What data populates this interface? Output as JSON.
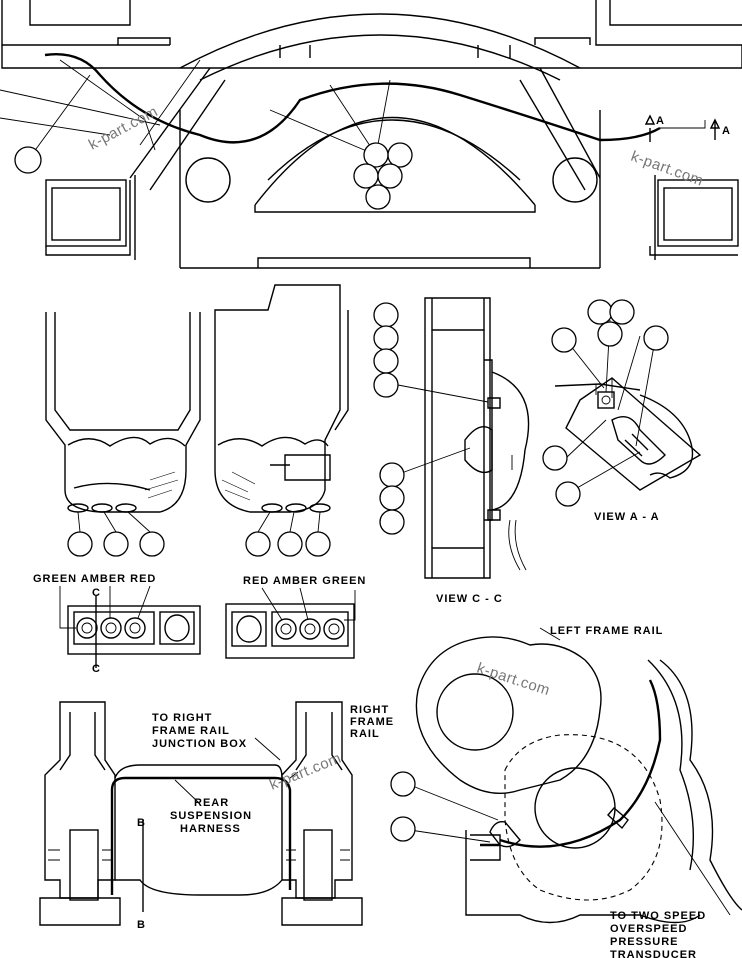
{
  "watermark": "k-part.com",
  "top_view": {
    "section_marker": "A",
    "callouts": [
      "",
      "",
      "",
      "",
      "",
      "",
      ""
    ]
  },
  "lamp_views": {
    "left_label": "GREEN  AMBER  RED",
    "right_label": "RED  AMBER  GREEN",
    "section_marker": "C"
  },
  "view_cc": {
    "title": "VIEW  C - C"
  },
  "view_aa": {
    "title": "VIEW  A - A"
  },
  "rear_frame": {
    "to_right_junction": [
      "TO RIGHT",
      "FRAME RAIL",
      "JUNCTION BOX"
    ],
    "right_frame_rail": [
      "RIGHT",
      "FRAME",
      "RAIL"
    ],
    "rear_suspension": [
      "REAR",
      "SUSPENSION",
      "HARNESS"
    ],
    "section_marker": "B"
  },
  "transducer_view": {
    "left_frame_rail": "LEFT FRAME RAIL",
    "to_two_speed": [
      "TO TWO SPEED",
      "OVERSPEED",
      "PRESSURE",
      "TRANSDUCER"
    ]
  },
  "colors": {
    "ink": "#000000",
    "paper": "#ffffff",
    "watermark": "#777777"
  }
}
